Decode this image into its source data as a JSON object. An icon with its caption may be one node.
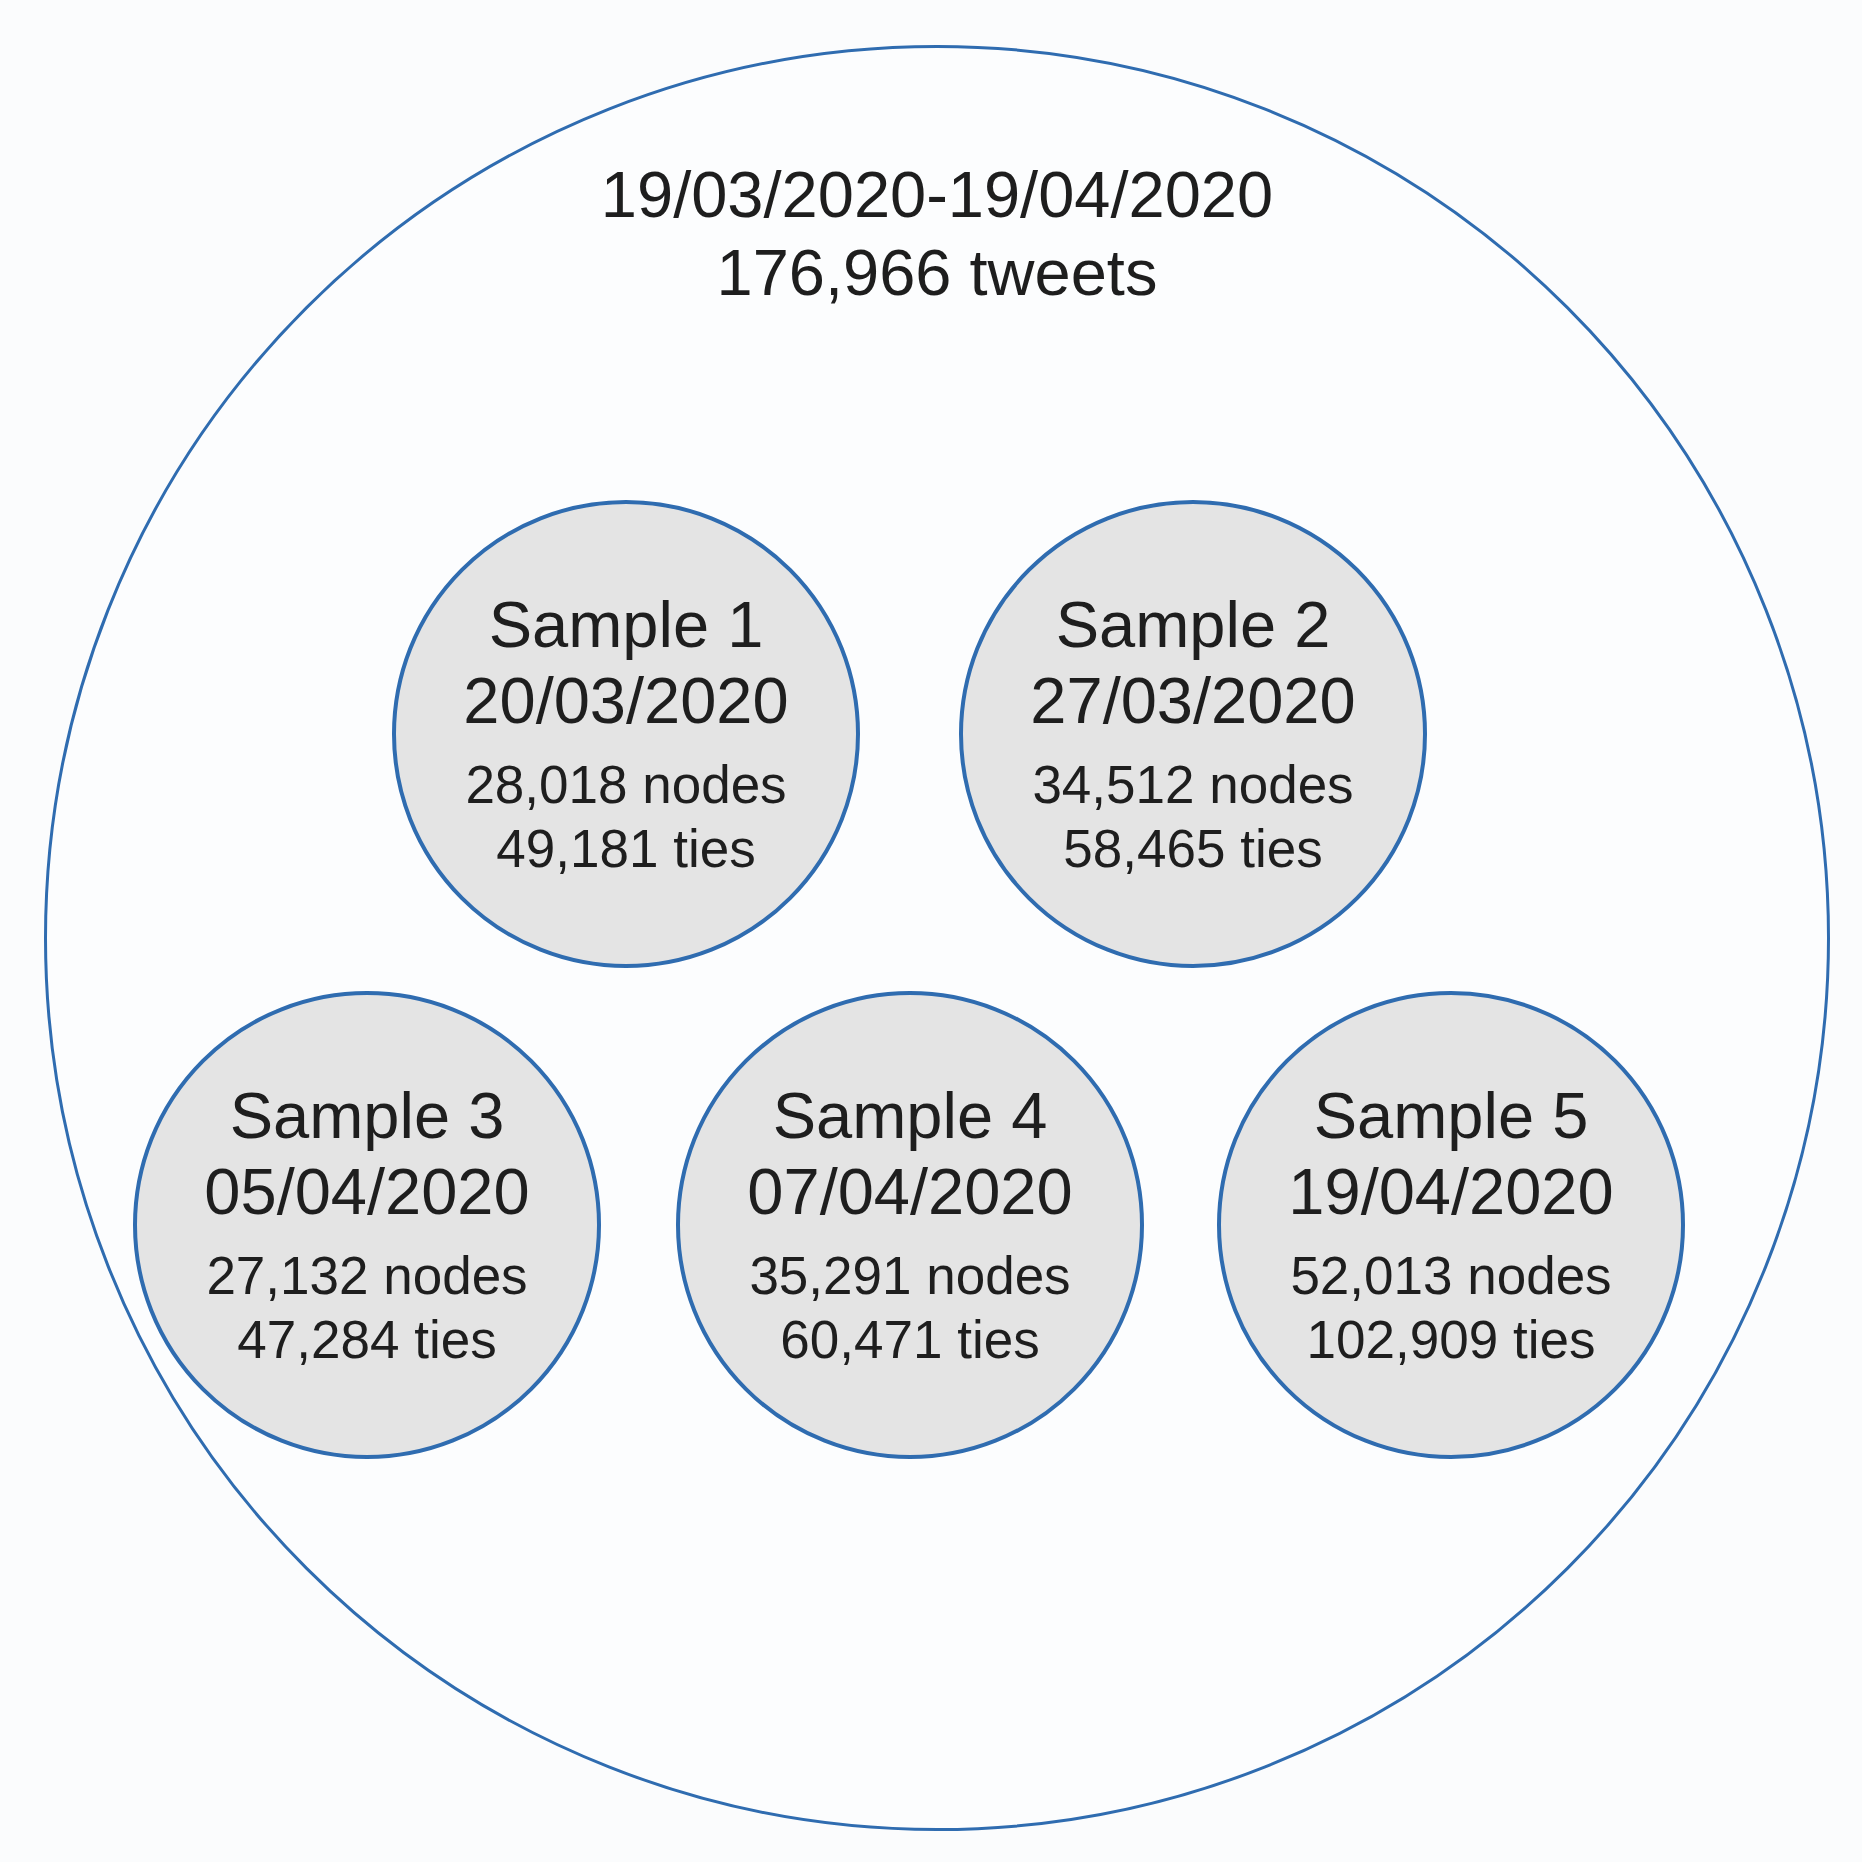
{
  "diagram": {
    "nodes": [
      {
        "text": [
          "19/03/2020-19/04/2020 176,966 tweets"
        ]
      },
      {
        "text": [
          "Sample 1 20/03/2020",
          "28,018 nodes 49,181 ties"
        ],
        "in": 0
      },
      {
        "text": [
          "Sample 2 27/03/2020",
          "34,512 nodes 58,465 ties"
        ],
        "in": 0
      },
      {
        "text": [
          "Sample 3 05/04/2020",
          "27,132 nodes 47,284 ties"
        ],
        "in": 0
      },
      {
        "text": [
          "Sample 4 07/04/2020",
          "35,291 nodes 60,471 ties"
        ],
        "in": 0
      },
      {
        "text": [
          "Sample 5 19/04/2020",
          "52,013 nodes 102,909 ties"
        ],
        "in": 0
      }
    ]
  }
}
